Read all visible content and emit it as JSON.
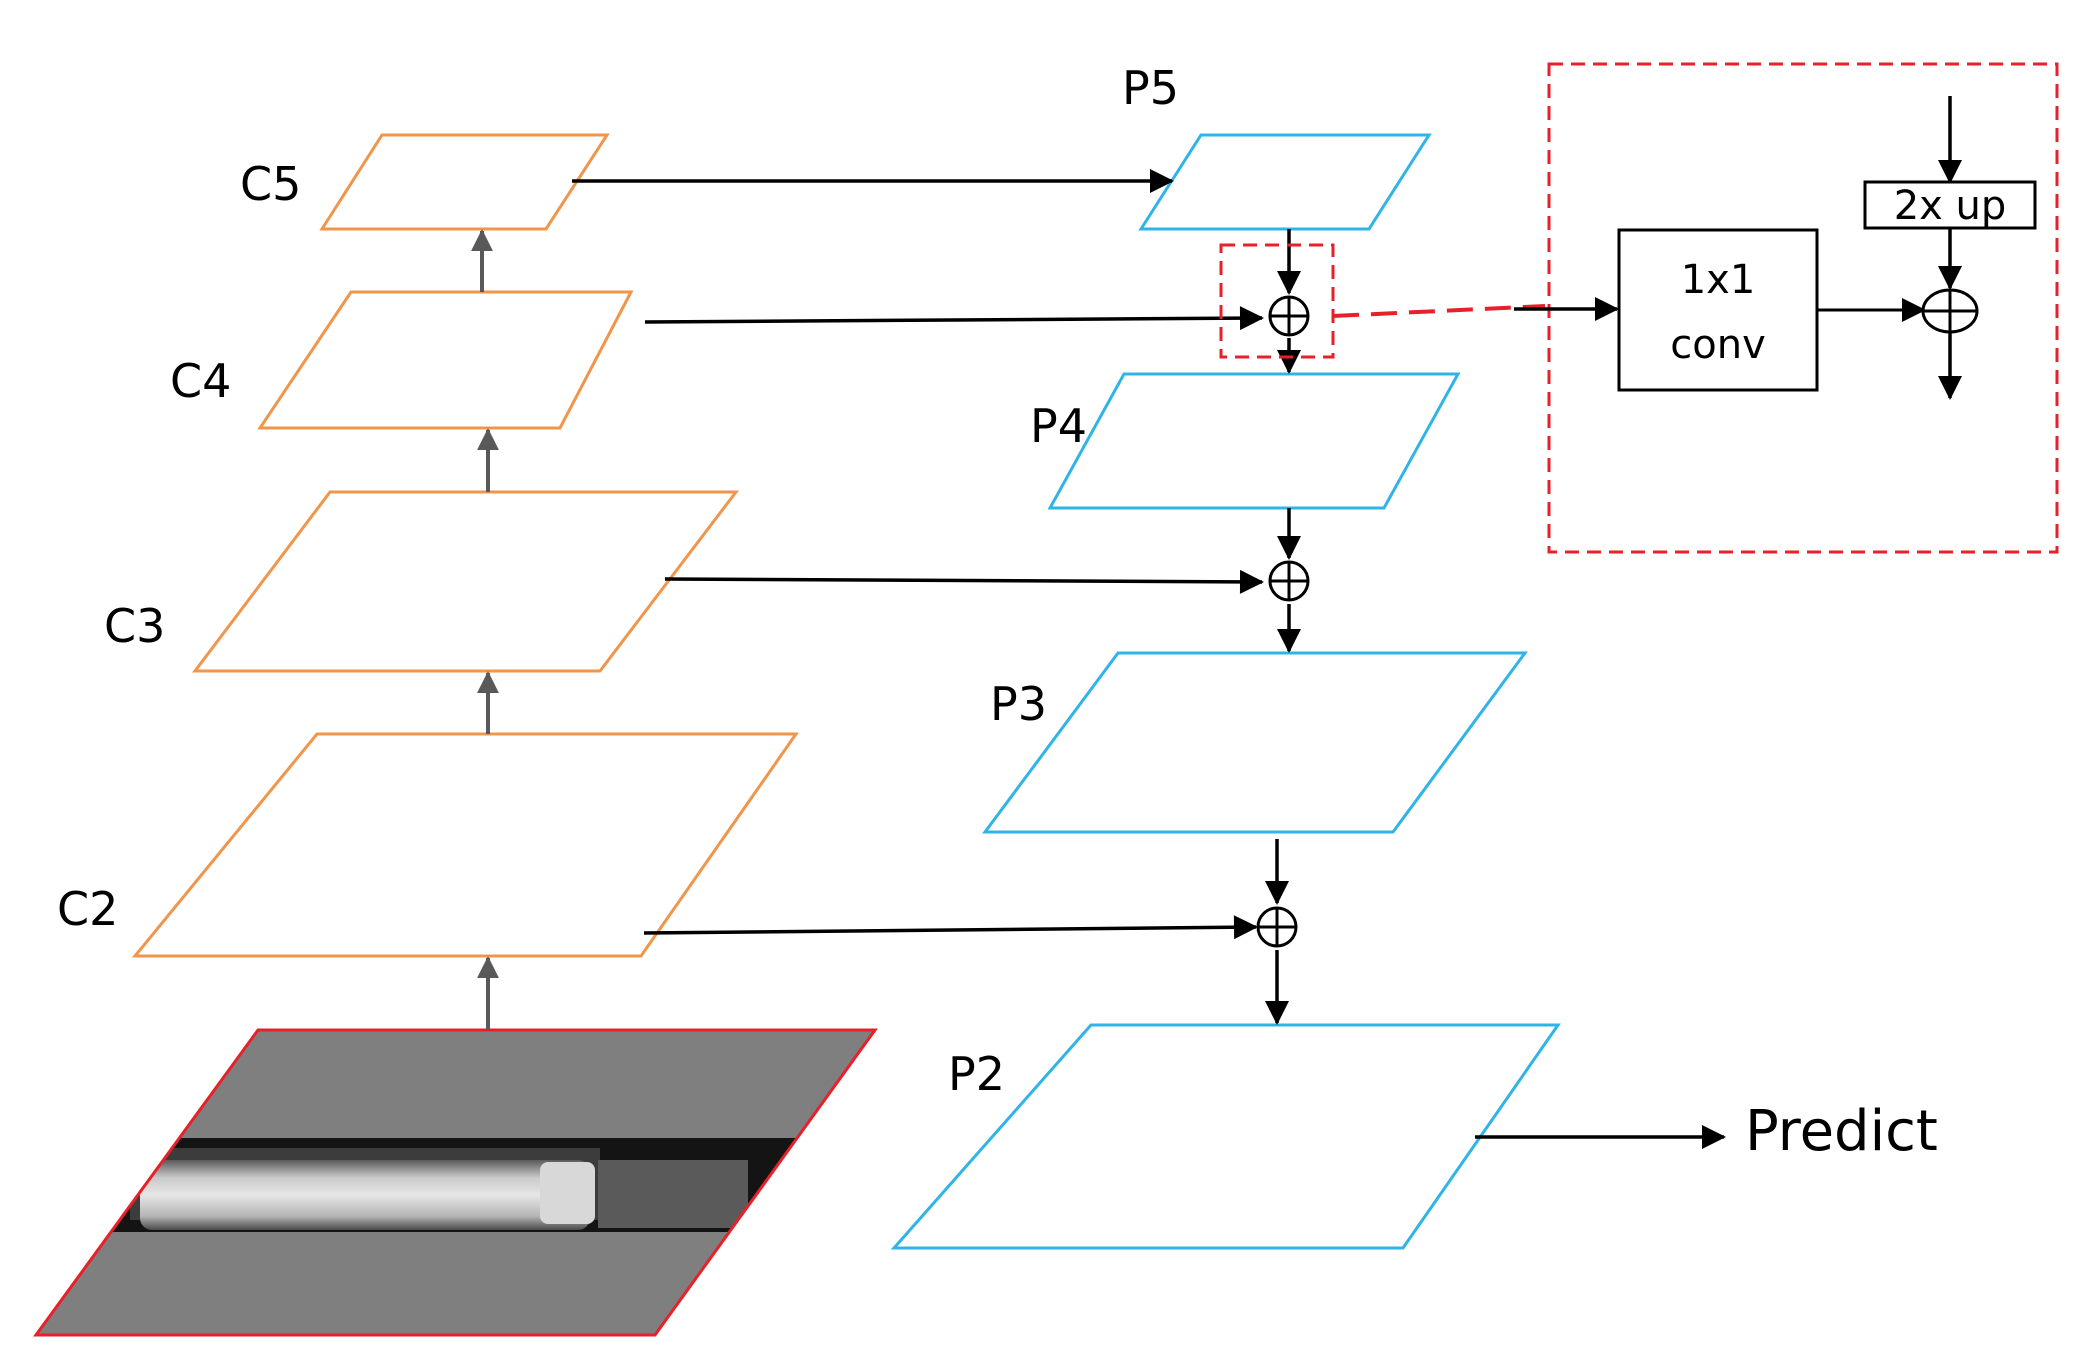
{
  "backbone": {
    "labels": [
      "C5",
      "C4",
      "C3",
      "C2"
    ]
  },
  "pyramid": {
    "labels": [
      "P5",
      "P4",
      "P3",
      "P2"
    ]
  },
  "output": {
    "label": "Predict"
  },
  "inset": {
    "upsample_label": "2x up",
    "conv_line1": "1x1",
    "conv_line2": "conv"
  },
  "input_image": {
    "description": "grayscale photo of cylindrical object"
  },
  "colors": {
    "backbone_stroke": "#f0954a",
    "pyramid_stroke": "#2fb4e9",
    "highlight_red": "#e8202a",
    "up_arrow": "#595959",
    "arrow": "#000000",
    "image_bg": "#7f7f7f"
  }
}
